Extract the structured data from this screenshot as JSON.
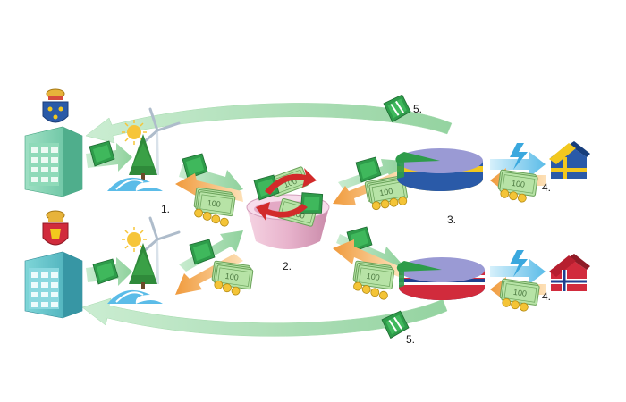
{
  "labels": {
    "step1": "1.",
    "step2": "2.",
    "step3": "3.",
    "step4_top": "4.",
    "step4_bottom": "4.",
    "step5_top": "5.",
    "step5_bottom": "5."
  },
  "banknote_text": "100",
  "colors": {
    "green_arrow": "#9fd8a8",
    "orange_arrow": "#f4a24a",
    "blue_arrow": "#6ec6ee",
    "certificate": "#2e9c4a",
    "money": "#b7e3a6",
    "bowl": "#e8b8cf",
    "sweden_blue": "#2a5aa8",
    "sweden_yellow": "#f2c81e",
    "norway_red": "#d12b3c",
    "norway_blue": "#1f3f8f",
    "pie_top": "#9a9ad4",
    "building": "#7fd3b0",
    "water": "#6ec6ee"
  }
}
